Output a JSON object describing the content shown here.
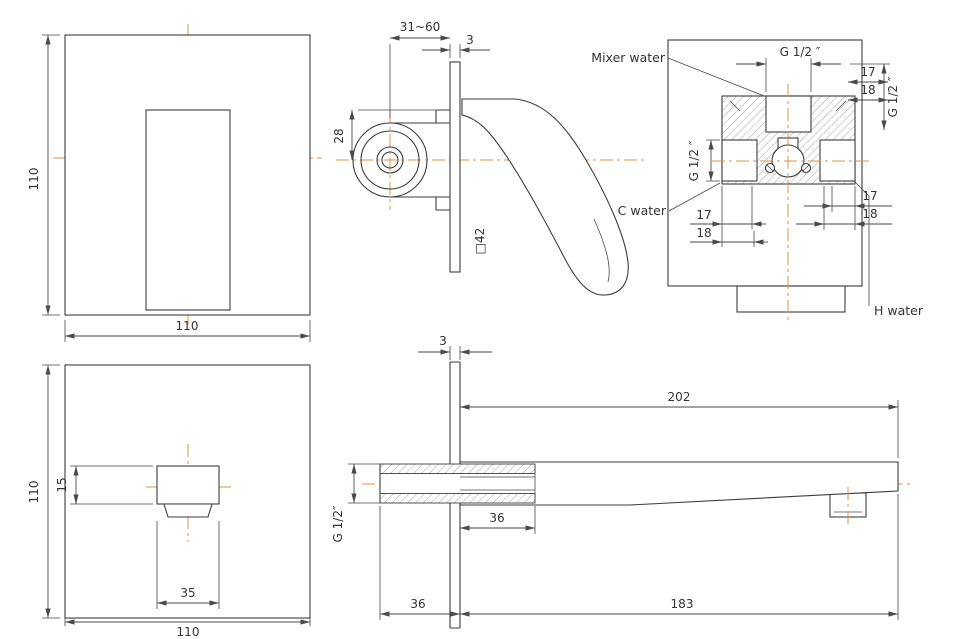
{
  "colors": {
    "line": "#3d3d3d",
    "centerline": "#dd9345",
    "dimension": "#4a4a4a",
    "text": "#333333",
    "background": "#ffffff"
  },
  "views": {
    "mixer_front": {
      "height": "110",
      "width": "110"
    },
    "mixer_side": {
      "wall_depth_range": "31~60",
      "plate_thickness": "3",
      "body_height": "28",
      "plate_square": "□42"
    },
    "mixer_back": {
      "labels": {
        "mixer_water": "Mixer water",
        "cold_water": "C water",
        "hot_water": "H water"
      },
      "threads": {
        "top": "G 1/2 ″",
        "right": "G 1/2 ″",
        "left": "G 1/2 ″"
      },
      "dims": {
        "top_right_17": "17",
        "top_right_18": "18",
        "bottom_left_17": "17",
        "bottom_left_18": "18",
        "bottom_right_17": "17",
        "bottom_right_18": "18"
      }
    },
    "spout_front": {
      "height": "110",
      "spout_height": "15",
      "spout_width": "35",
      "width": "110"
    },
    "spout_side": {
      "plate_thickness": "3",
      "total_length": "202",
      "shank_length": "36",
      "thread": "G 1/2″",
      "wall_depth": "36",
      "projection": "183"
    }
  }
}
